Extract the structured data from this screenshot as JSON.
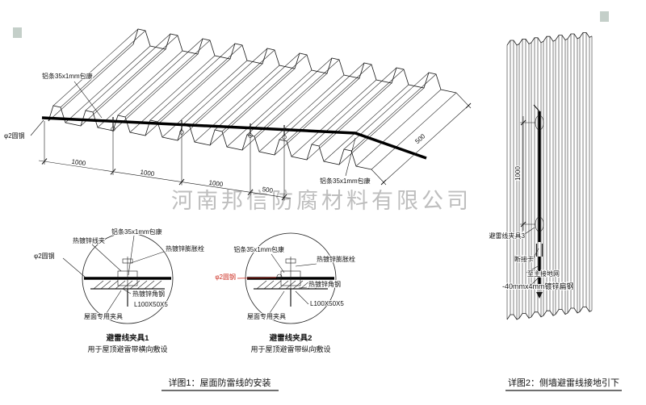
{
  "watermark": {
    "text": "河南邦信防腐材料有限公司"
  },
  "roof": {
    "alu_strip": "铝条35x1mm包康",
    "round_steel": "φ2圆钢",
    "dims": {
      "m1": "1000",
      "m2": "1000",
      "m3": "1000",
      "m4": "500",
      "edge": "500"
    }
  },
  "detail1": {
    "wire_clip": "热镀锌线夹",
    "alu_strip": "铝条35x1mm包康",
    "expansion_bolt": "热镀锌膨胀栓",
    "round_steel": "φ2圆钢",
    "angle_steel": "热镀锌角钢",
    "angle_spec": "L100X50X5",
    "roof_clamp": "屋面专用夹具",
    "title": "避雷线夹具1",
    "subtitle": "用于屋顶避雷带横向敷设"
  },
  "detail2": {
    "alu_strip": "铝条35x1mm包康",
    "expansion_bolt": "热镀锌膨胀栓",
    "round_steel": "φ2圆钢",
    "angle_steel": "热镀锌角钢",
    "angle_spec": "L100X50X5",
    "roof_clamp": "屋面专用夹具",
    "title": "避雷线夹具2",
    "subtitle": "用于屋顶避雷带纵向敷设"
  },
  "wall": {
    "dim": "1000",
    "clamp3": "避雷线夹具3",
    "disconnect": "断接卡",
    "to_ground": "至主接地网",
    "flat_steel": "-40mmx4mm镀锌扁钢"
  },
  "captions": {
    "detail1": "详图1：屋面防雷线的安装",
    "detail2": "详图2：侧墙避雷线接地引下"
  },
  "colors": {
    "line": "#1a1a1a",
    "accent_red": "#cc2a1e",
    "watermark": "#b3b3b3"
  }
}
